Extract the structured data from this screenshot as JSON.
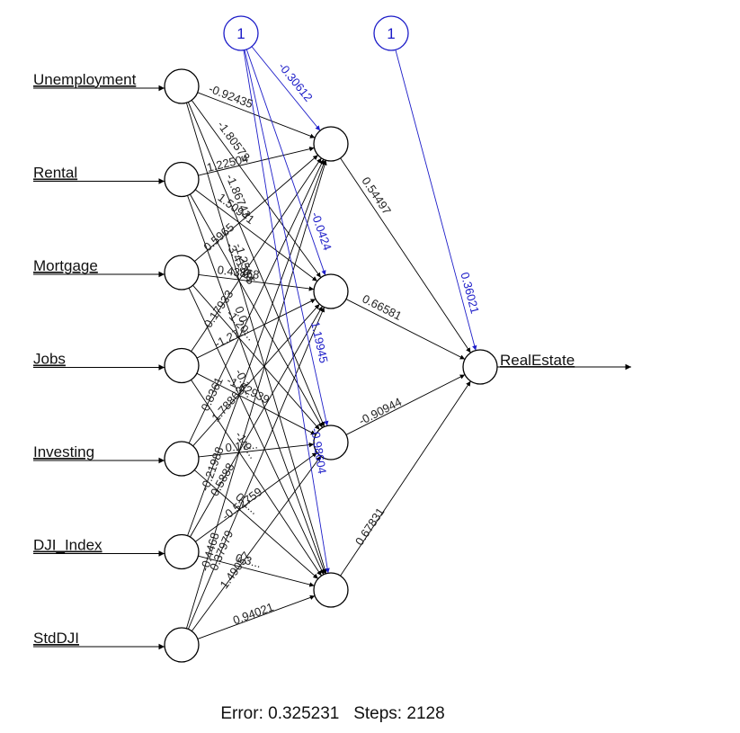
{
  "inputs": [
    "Unemployment",
    "Rental",
    "Mortgage",
    "Jobs",
    "Investing",
    "DJI_Index",
    "StdDJI"
  ],
  "output": "RealEstate",
  "bias_label": "1",
  "weights": {
    "input_hidden": [
      [
        "-0.92435",
        "-1.80573",
        "-1.86743",
        "-1.2504"
      ],
      [
        "1.22504",
        "1.50941",
        "-3.41355",
        "0.0..."
      ],
      [
        "0.5965",
        "0.43868",
        "-1.20...",
        "-0.1..."
      ],
      [
        "-0.17933",
        "-1.27...",
        "-1.62939",
        "-1.9..."
      ],
      [
        "0.8361",
        "1.78863",
        "0.17...",
        "0.1..."
      ],
      [
        "-0.21988",
        "0.5888",
        "-0.52759",
        "0.3..."
      ],
      [
        "-0.4468",
        "0.37979",
        "1.49057",
        "0.94021"
      ]
    ],
    "hidden_bias": [
      "-0.30612",
      "-0.0424",
      "1.19945",
      "-0.98604"
    ],
    "hidden_output": [
      "0.54497",
      "0.66581",
      "-0.90944",
      "0.67831"
    ],
    "output_bias": "0.36021"
  },
  "footer": {
    "error_label": "Error:",
    "error_value": "0.325231",
    "steps_label": "Steps:",
    "steps_value": "2128"
  },
  "colors": {
    "edge": "#000000",
    "bias": "#1c1cc8"
  }
}
